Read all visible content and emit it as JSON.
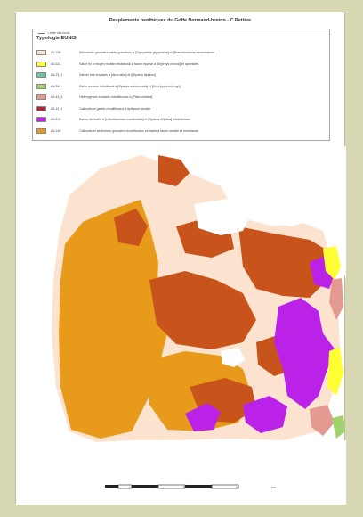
{
  "title": "Peuplements benthiques du Golfe Normand-breton - C.Retière",
  "legend": {
    "limit_label": "Limite des fonds",
    "heading": "Typologie EUNIS",
    "items": [
      {
        "code": "A5.135",
        "color": "#fbe3cf",
        "label": "Sédiments grossiers sablo-graveleux à [Glycymeris glycymeris] et [Branchiostoma lanceolatum]"
      },
      {
        "code": "A5.221",
        "color": "#ffff33",
        "label": "Sable fin à moyen mobile infralittoral à faune éparse à [Nephtys cirrosa] et spionidés"
      },
      {
        "code": "A5.23_1",
        "color": "#6fc2a8",
        "label": "Sables fins envasés à [Abra alba] et [Glycera lapidum]"
      },
      {
        "code": "A5.344",
        "color": "#9fd26c",
        "label": "Sable envasé infralittoral à [Spisula subtruncata] et [Nephtys hombergii]"
      },
      {
        "code": "A5.43_3",
        "color": "#e59a91",
        "label": "Hétérogènes envasés infralittoraux à [Pista cristata]"
      },
      {
        "code": "A5.12_1",
        "color": "#a8263a",
        "label": "Cailloutis et galets circalittoraux à épifaune sessile"
      },
      {
        "code": "A5.515",
        "color": "#bb22e8",
        "label": "Bancs de maërl à [Lithothamnion corallioides] et [Spisula elliptica] infralittoraux"
      },
      {
        "code": "A5.145",
        "color": "#e89a1a",
        "label": "Cailloutis et sédiments grossiers circalittoraux envasés à faune sessile et endofaune"
      }
    ]
  },
  "colors": {
    "background": "#d8d7b4",
    "sheet": "#ffffff",
    "coarse": "#fbe3cf",
    "orange": "#e89a1a",
    "rust": "#c8541c",
    "purple": "#bb22e8",
    "yellow": "#ffff33",
    "pink": "#e59a91",
    "green": "#9fd26c"
  },
  "scale": {
    "ticks": [
      "0",
      "5",
      "10",
      "20",
      "30",
      "40",
      "50"
    ],
    "unit": "km"
  }
}
